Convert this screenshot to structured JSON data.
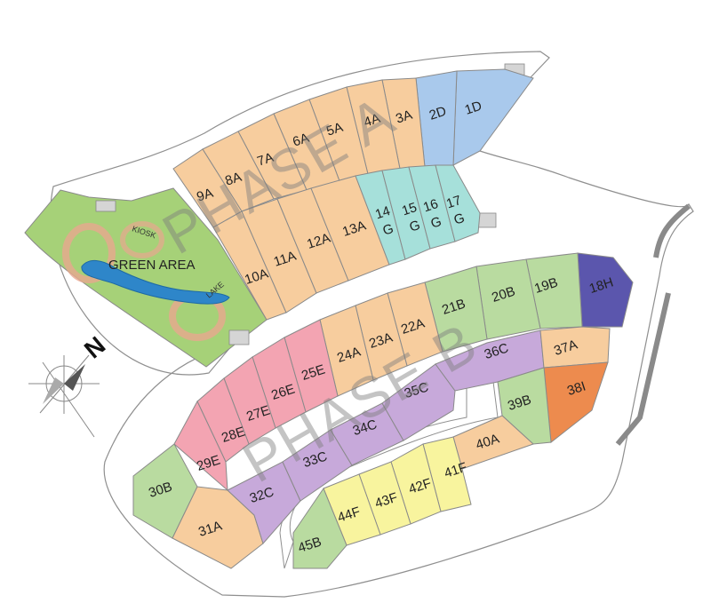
{
  "colors": {
    "A": "#f7cd9e",
    "B": "#b9dba0",
    "C": "#c7a9da",
    "D": "#a9c9ec",
    "E": "#f3a4b2",
    "F": "#f8f49e",
    "G": "#a6e0da",
    "H": "#5b56ad",
    "I": "#ed8b4e",
    "green": "#a6d178"
  },
  "labels": {
    "green_area": "GREEN AREA",
    "kiosk": "KIOSK",
    "lake": "LAKE",
    "north": "N",
    "phase_a": "PHASE A",
    "phase_b": "PHASE B"
  },
  "plots": [
    {
      "id": "1D",
      "cls": "D"
    },
    {
      "id": "2D",
      "cls": "D"
    },
    {
      "id": "3A",
      "cls": "A"
    },
    {
      "id": "4A",
      "cls": "A"
    },
    {
      "id": "5A",
      "cls": "A"
    },
    {
      "id": "6A",
      "cls": "A"
    },
    {
      "id": "7A",
      "cls": "A"
    },
    {
      "id": "8A",
      "cls": "A"
    },
    {
      "id": "9A",
      "cls": "A"
    },
    {
      "id": "10A",
      "cls": "A"
    },
    {
      "id": "11A",
      "cls": "A"
    },
    {
      "id": "12A",
      "cls": "A"
    },
    {
      "id": "13A",
      "cls": "A"
    },
    {
      "id": "14 G",
      "cls": "G"
    },
    {
      "id": "15 G",
      "cls": "G"
    },
    {
      "id": "16 G",
      "cls": "G"
    },
    {
      "id": "17 G",
      "cls": "G"
    },
    {
      "id": "18H",
      "cls": "H"
    },
    {
      "id": "19B",
      "cls": "B"
    },
    {
      "id": "20B",
      "cls": "B"
    },
    {
      "id": "21B",
      "cls": "B"
    },
    {
      "id": "22A",
      "cls": "A"
    },
    {
      "id": "23A",
      "cls": "A"
    },
    {
      "id": "24A",
      "cls": "A"
    },
    {
      "id": "25E",
      "cls": "E"
    },
    {
      "id": "26E",
      "cls": "E"
    },
    {
      "id": "27E",
      "cls": "E"
    },
    {
      "id": "28E",
      "cls": "E"
    },
    {
      "id": "29E",
      "cls": "E"
    },
    {
      "id": "30B",
      "cls": "B"
    },
    {
      "id": "31A",
      "cls": "A"
    },
    {
      "id": "32C",
      "cls": "C"
    },
    {
      "id": "33C",
      "cls": "C"
    },
    {
      "id": "34C",
      "cls": "C"
    },
    {
      "id": "35C",
      "cls": "C"
    },
    {
      "id": "36C",
      "cls": "C"
    },
    {
      "id": "37A",
      "cls": "A"
    },
    {
      "id": "38I",
      "cls": "I"
    },
    {
      "id": "39B",
      "cls": "B"
    },
    {
      "id": "40A",
      "cls": "A"
    },
    {
      "id": "41F",
      "cls": "F"
    },
    {
      "id": "42F",
      "cls": "F"
    },
    {
      "id": "43F",
      "cls": "F"
    },
    {
      "id": "44F",
      "cls": "F"
    },
    {
      "id": "45B",
      "cls": "B"
    }
  ]
}
